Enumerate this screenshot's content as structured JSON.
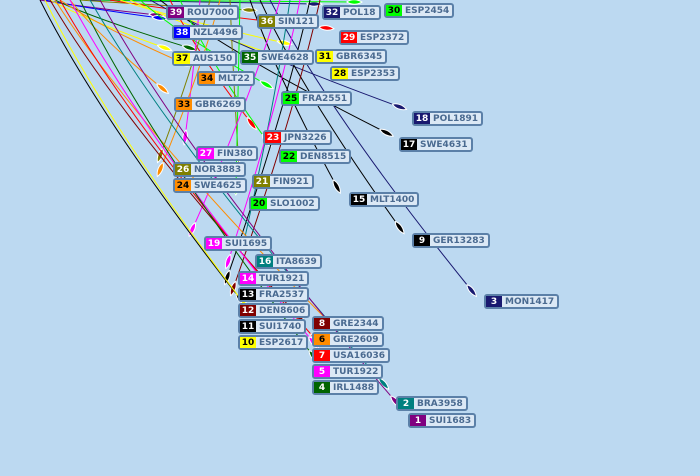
{
  "map": {
    "background": "#bcd9f1"
  },
  "boats": [
    {
      "num": "39",
      "name": "ROU7000",
      "color": "#800080"
    },
    {
      "num": "38",
      "name": "NZL4496",
      "color": "#0000ff"
    },
    {
      "num": "37",
      "name": "AUS150",
      "color": "#ffff00"
    },
    {
      "num": "35",
      "name": "SWE4628",
      "color": "#006400"
    },
    {
      "num": "34",
      "name": "MLT22",
      "color": "#ff8c00"
    },
    {
      "num": "33",
      "name": "GBR6269",
      "color": "#ff8c00"
    },
    {
      "num": "36",
      "name": "SIN121",
      "color": "#808000"
    },
    {
      "num": "32",
      "name": "POL18",
      "color": "#191970"
    },
    {
      "num": "30",
      "name": "ESP2454",
      "color": "#00ff00"
    },
    {
      "num": "29",
      "name": "ESP2372",
      "color": "#ff0000"
    },
    {
      "num": "31",
      "name": "GBR6345",
      "color": "#ffff00"
    },
    {
      "num": "28",
      "name": "ESP2353",
      "color": "#ffff00"
    },
    {
      "num": "25",
      "name": "FRA2551",
      "color": "#00ff00"
    },
    {
      "num": "18",
      "name": "POL1891",
      "color": "#191970"
    },
    {
      "num": "17",
      "name": "SWE4631",
      "color": "#000000"
    },
    {
      "num": "23",
      "name": "JPN3226",
      "color": "#ff0000"
    },
    {
      "num": "22",
      "name": "DEN8515",
      "color": "#00ff00"
    },
    {
      "num": "27",
      "name": "FIN380",
      "color": "#ff00ff"
    },
    {
      "num": "26",
      "name": "NOR3883",
      "color": "#808000"
    },
    {
      "num": "24",
      "name": "SWE4625",
      "color": "#ff8c00"
    },
    {
      "num": "21",
      "name": "FIN921",
      "color": "#808000"
    },
    {
      "num": "20",
      "name": "SLO1002",
      "color": "#00ff00"
    },
    {
      "num": "15",
      "name": "MLT1400",
      "color": "#000000"
    },
    {
      "num": "9",
      "name": "GER13283",
      "color": "#000000"
    },
    {
      "num": "3",
      "name": "MON1417",
      "color": "#191970"
    },
    {
      "num": "19",
      "name": "SUI1695",
      "color": "#ff00ff"
    },
    {
      "num": "16",
      "name": "ITA8639",
      "color": "#008080"
    },
    {
      "num": "14",
      "name": "TUR1921",
      "color": "#ff00ff"
    },
    {
      "num": "13",
      "name": "FRA2537",
      "color": "#000000"
    },
    {
      "num": "12",
      "name": "DEN8606",
      "color": "#800000"
    },
    {
      "num": "11",
      "name": "SUI1740",
      "color": "#000000"
    },
    {
      "num": "10",
      "name": "ESP2617",
      "color": "#ffff00"
    },
    {
      "num": "8",
      "name": "GRE2344",
      "color": "#800000"
    },
    {
      "num": "6",
      "name": "GRE2609",
      "color": "#ff8c00"
    },
    {
      "num": "7",
      "name": "USA16036",
      "color": "#ff0000"
    },
    {
      "num": "5",
      "name": "TUR1922",
      "color": "#ff00ff"
    },
    {
      "num": "4",
      "name": "IRL1488",
      "color": "#006400"
    },
    {
      "num": "2",
      "name": "BRA3958",
      "color": "#008080"
    },
    {
      "num": "1",
      "name": "SUI1683",
      "color": "#800080"
    }
  ]
}
